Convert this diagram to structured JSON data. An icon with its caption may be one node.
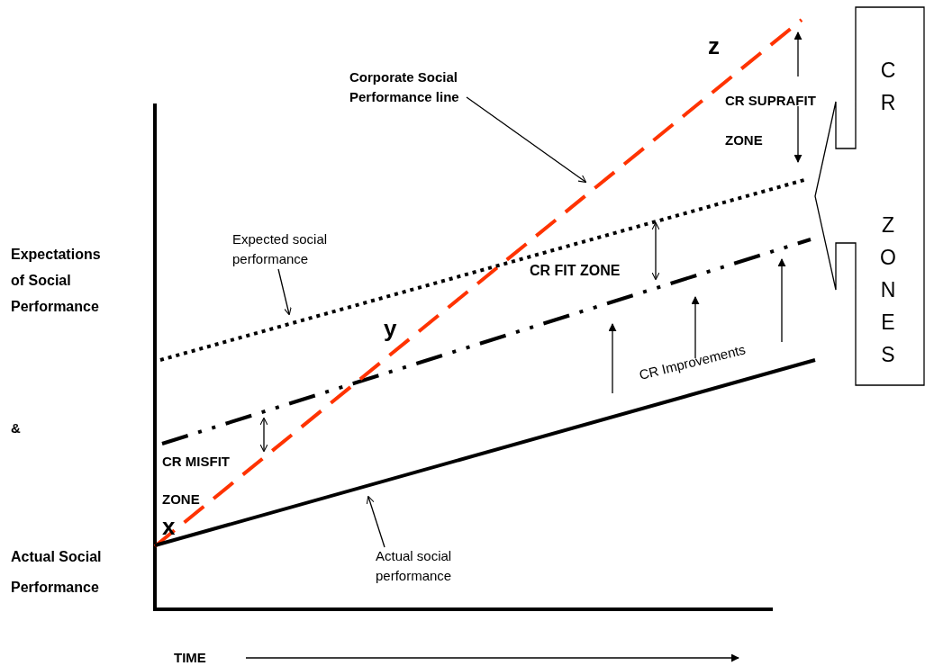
{
  "diagram": {
    "nodes": [
      {
        "text": [
          "Corporate Social Performance line"
        ]
      },
      {
        "text": [
          "Expected social performance"
        ]
      },
      {
        "text": [
          "Actual social performance"
        ]
      },
      {
        "text": [
          "CR ZONES"
        ]
      }
    ],
    "edges": [
      {
        "from": 0,
        "to": null,
        "arrow": "to"
      },
      {
        "from": 1,
        "to": null,
        "arrow": "to"
      },
      {
        "from": 2,
        "to": null,
        "arrow": "to"
      }
    ],
    "labels": [
      "z",
      "CR SUPRAFIT ZONE",
      "Expectations of Social Performance",
      "CR FIT ZONE",
      "y",
      "CR Improvements",
      "&",
      "CR MISFIT ZONE",
      "x",
      "Actual Social Performance",
      "TIME"
    ]
  }
}
